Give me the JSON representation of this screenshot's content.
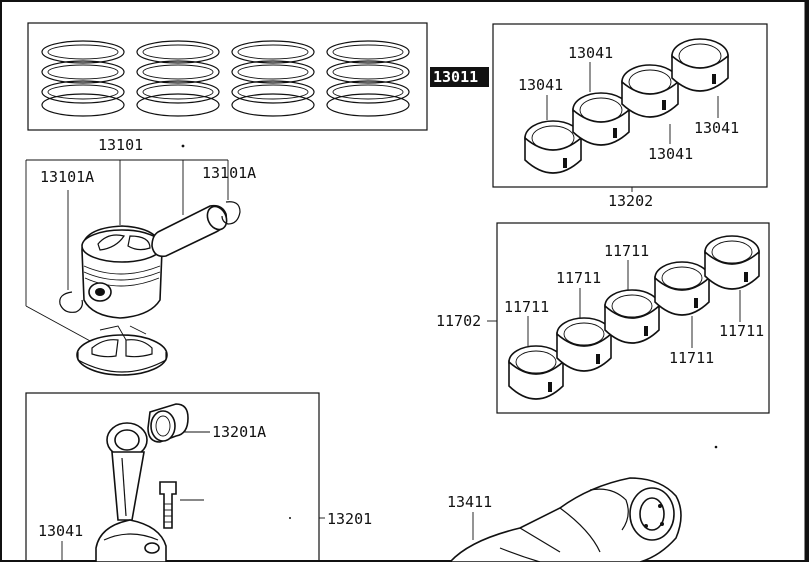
{
  "diagram": {
    "labels": {
      "piston_ring_set": "13011",
      "piston": "13101",
      "piston_pin_clip_left": "13101A",
      "piston_pin_clip_right": "13101A",
      "conrod_bearing_top": "13041",
      "conrod_bearing_left": "13041",
      "conrod_bearing_right": "13041",
      "conrod_bearing_bottom": "13041",
      "conrod_bearing_set": "13202",
      "main_bearing_1": "11711",
      "main_bearing_2": "11711",
      "main_bearing_3": "11711",
      "main_bearing_4": "11711",
      "main_bearing_5": "11711",
      "main_bearing_set": "11702",
      "conrod_bushing": "13201A",
      "connecting_rod": "13201",
      "conrod_bearing_lower": "13041",
      "crankshaft": "13411"
    }
  }
}
